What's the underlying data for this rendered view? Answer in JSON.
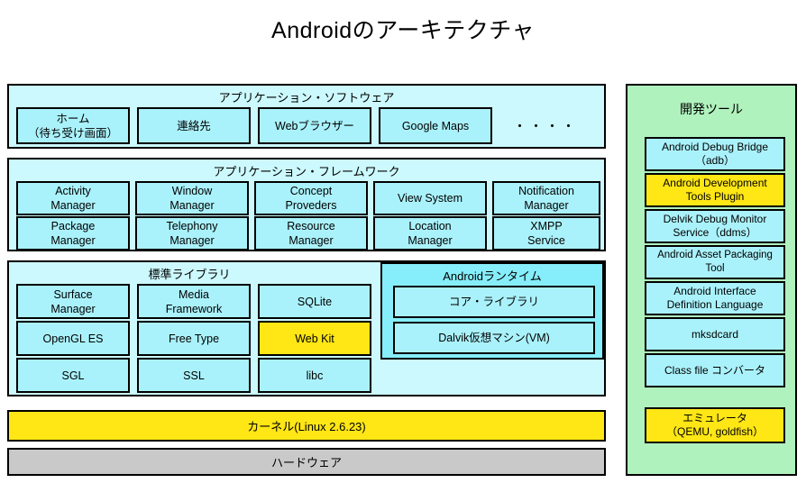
{
  "title": "Androidのアーキテクチャ",
  "colors": {
    "layer_bg": "#ccf9fd",
    "cell_bg": "#aaf2fb",
    "runtime_bg": "#86eefa",
    "highlight": "#ffe615",
    "hardware": "#c9c9c9",
    "tools_bg": "#b0f2bd",
    "border": "#000000"
  },
  "application_layer": {
    "title": "アプリケーション・ソフトウェア",
    "items": [
      {
        "line1": "ホーム",
        "line2": "（待ち受け画面）"
      },
      {
        "line1": "連絡先",
        "line2": ""
      },
      {
        "line1": "Webブラウザー",
        "line2": ""
      },
      {
        "line1": "Google Maps",
        "line2": ""
      }
    ],
    "ellipsis": "・・・・"
  },
  "framework_layer": {
    "title": "アプリケーション・フレームワーク",
    "row1": [
      {
        "line1": "Activity",
        "line2": "Manager"
      },
      {
        "line1": "Window",
        "line2": "Manager"
      },
      {
        "line1": "Concept",
        "line2": "Proveders"
      },
      {
        "line1": "View System",
        "line2": ""
      },
      {
        "line1": "Notification",
        "line2": "Manager"
      }
    ],
    "row2": [
      {
        "line1": "Package",
        "line2": "Manager"
      },
      {
        "line1": "Telephony",
        "line2": "Manager"
      },
      {
        "line1": "Resource",
        "line2": "Manager"
      },
      {
        "line1": "Location",
        "line2": "Manager"
      },
      {
        "line1": "XMPP",
        "line2": "Service"
      }
    ]
  },
  "libraries_layer": {
    "title": "標準ライブラリ",
    "row1": [
      {
        "line1": "Surface",
        "line2": "Manager",
        "highlight": false
      },
      {
        "line1": "Media",
        "line2": "Framework",
        "highlight": false
      },
      {
        "line1": "SQLite",
        "line2": "",
        "highlight": false
      }
    ],
    "row2": [
      {
        "line1": "OpenGL ES",
        "line2": "",
        "highlight": false
      },
      {
        "line1": "Free Type",
        "line2": "",
        "highlight": false
      },
      {
        "line1": "Web Kit",
        "line2": "",
        "highlight": true
      }
    ],
    "row3": [
      {
        "line1": "SGL",
        "line2": "",
        "highlight": false
      },
      {
        "line1": "SSL",
        "line2": "",
        "highlight": false
      },
      {
        "line1": "libc",
        "line2": "",
        "highlight": false
      }
    ]
  },
  "runtime": {
    "title": "Androidランタイム",
    "items": [
      {
        "line1": "コア・ライブラリ",
        "line2": ""
      },
      {
        "line1": "Dalvik仮想マシン(VM)",
        "line2": ""
      }
    ]
  },
  "kernel": {
    "label": "カーネル(Linux 2.6.23)"
  },
  "hardware": {
    "label": "ハードウェア"
  },
  "tools_panel": {
    "title": "開発ツール",
    "items": [
      {
        "line1": "Android Debug Bridge",
        "line2": "（adb）",
        "highlight": false
      },
      {
        "line1": "Android Development",
        "line2": "Tools Plugin",
        "highlight": true
      },
      {
        "line1": "Delvik Debug Monitor",
        "line2": "Service（ddms）",
        "highlight": false
      },
      {
        "line1": "Android Asset Packaging",
        "line2": "Tool",
        "highlight": false
      },
      {
        "line1": "Android Interface",
        "line2": "Definition Language",
        "highlight": false
      },
      {
        "line1": "mksdcard",
        "line2": "",
        "highlight": false
      },
      {
        "line1": "Class file コンバータ",
        "line2": "",
        "highlight": false
      }
    ],
    "emulator": {
      "line1": "エミュレータ",
      "line2": "（QEMU, goldfish）",
      "highlight": true
    }
  }
}
